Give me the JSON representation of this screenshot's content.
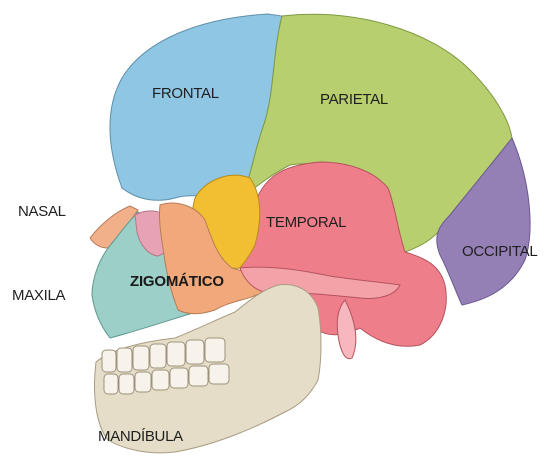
{
  "bones": {
    "frontal": {
      "label": "FRONTAL",
      "color": "#8ec6e4"
    },
    "parietal": {
      "label": "PARIETAL",
      "color": "#b7cf6e"
    },
    "temporal": {
      "label": "TEMPORAL",
      "color": "#ee7f8a"
    },
    "occipital": {
      "label": "OCCIPITAL",
      "color": "#9580b6"
    },
    "nasal": {
      "label": "NASAL",
      "color": "#f2b08a"
    },
    "maxila": {
      "label": "MAXILA",
      "color": "#9ccfc8"
    },
    "zigomatico": {
      "label": "ZIGOMÁTICO",
      "color": "#f1a97c"
    },
    "mandibula": {
      "label": "MANDÍBULA",
      "color": "#e6ddc9"
    },
    "sphenoid": {
      "color": "#f2bf33"
    }
  }
}
